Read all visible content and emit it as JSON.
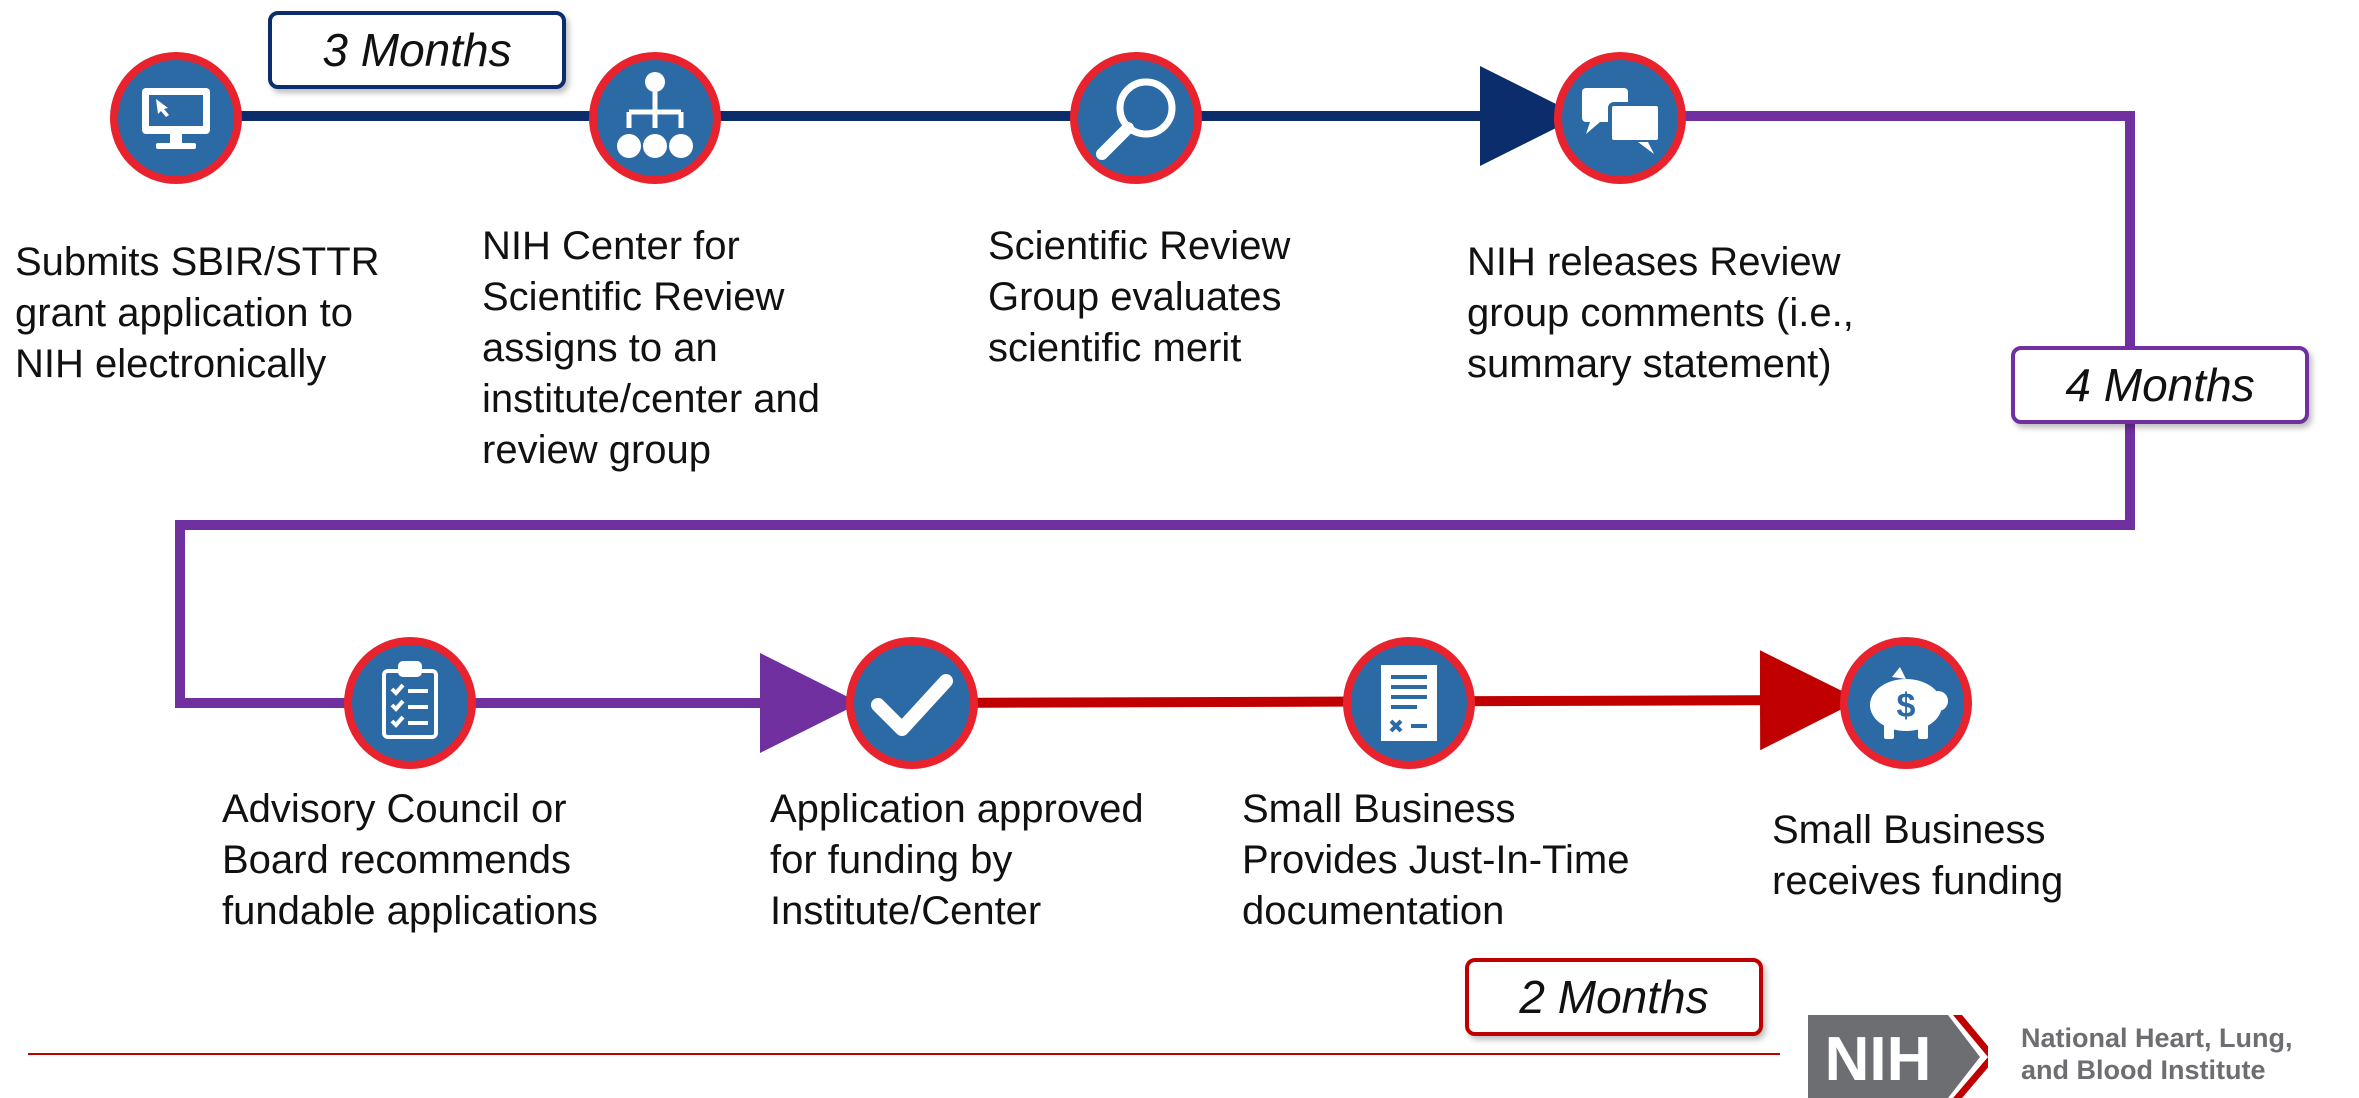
{
  "durations": {
    "first": "3 Months",
    "second": "4 Months",
    "third": "2 Months"
  },
  "steps": [
    {
      "icon": "computer-monitor-icon",
      "lines": [
        "Submits SBIR/STTR",
        "grant application to",
        "NIH electronically"
      ]
    },
    {
      "icon": "org-chart-icon",
      "lines": [
        "NIH Center for",
        "Scientific Review",
        "assigns to an",
        "institute/center and",
        "review group"
      ]
    },
    {
      "icon": "magnifying-glass-icon",
      "lines": [
        "Scientific Review",
        "Group evaluates",
        "scientific merit"
      ]
    },
    {
      "icon": "speech-bubbles-icon",
      "lines": [
        "NIH releases Review",
        "group comments (i.e.,",
        "summary statement)"
      ]
    },
    {
      "icon": "clipboard-checklist-icon",
      "lines": [
        "Advisory Council or",
        "Board recommends",
        "fundable applications"
      ]
    },
    {
      "icon": "checkmark-icon",
      "lines": [
        "Application approved",
        "for funding by",
        "Institute/Center"
      ]
    },
    {
      "icon": "document-icon",
      "lines": [
        "Small Business",
        "Provides Just-In-Time",
        "documentation"
      ]
    },
    {
      "icon": "piggy-bank-icon",
      "lines": [
        "Small Business",
        "receives funding"
      ]
    }
  ],
  "logo": {
    "mark": "NIH",
    "line1": "National Heart, Lung,",
    "line2": "and Blood Institute"
  },
  "colors": {
    "navy": "#0c2d6b",
    "purple": "#7030a0",
    "red": "#c00000",
    "icon_fill": "#2c6aa5",
    "icon_ring": "#e8232d",
    "logo_gray": "#6d6e71"
  }
}
